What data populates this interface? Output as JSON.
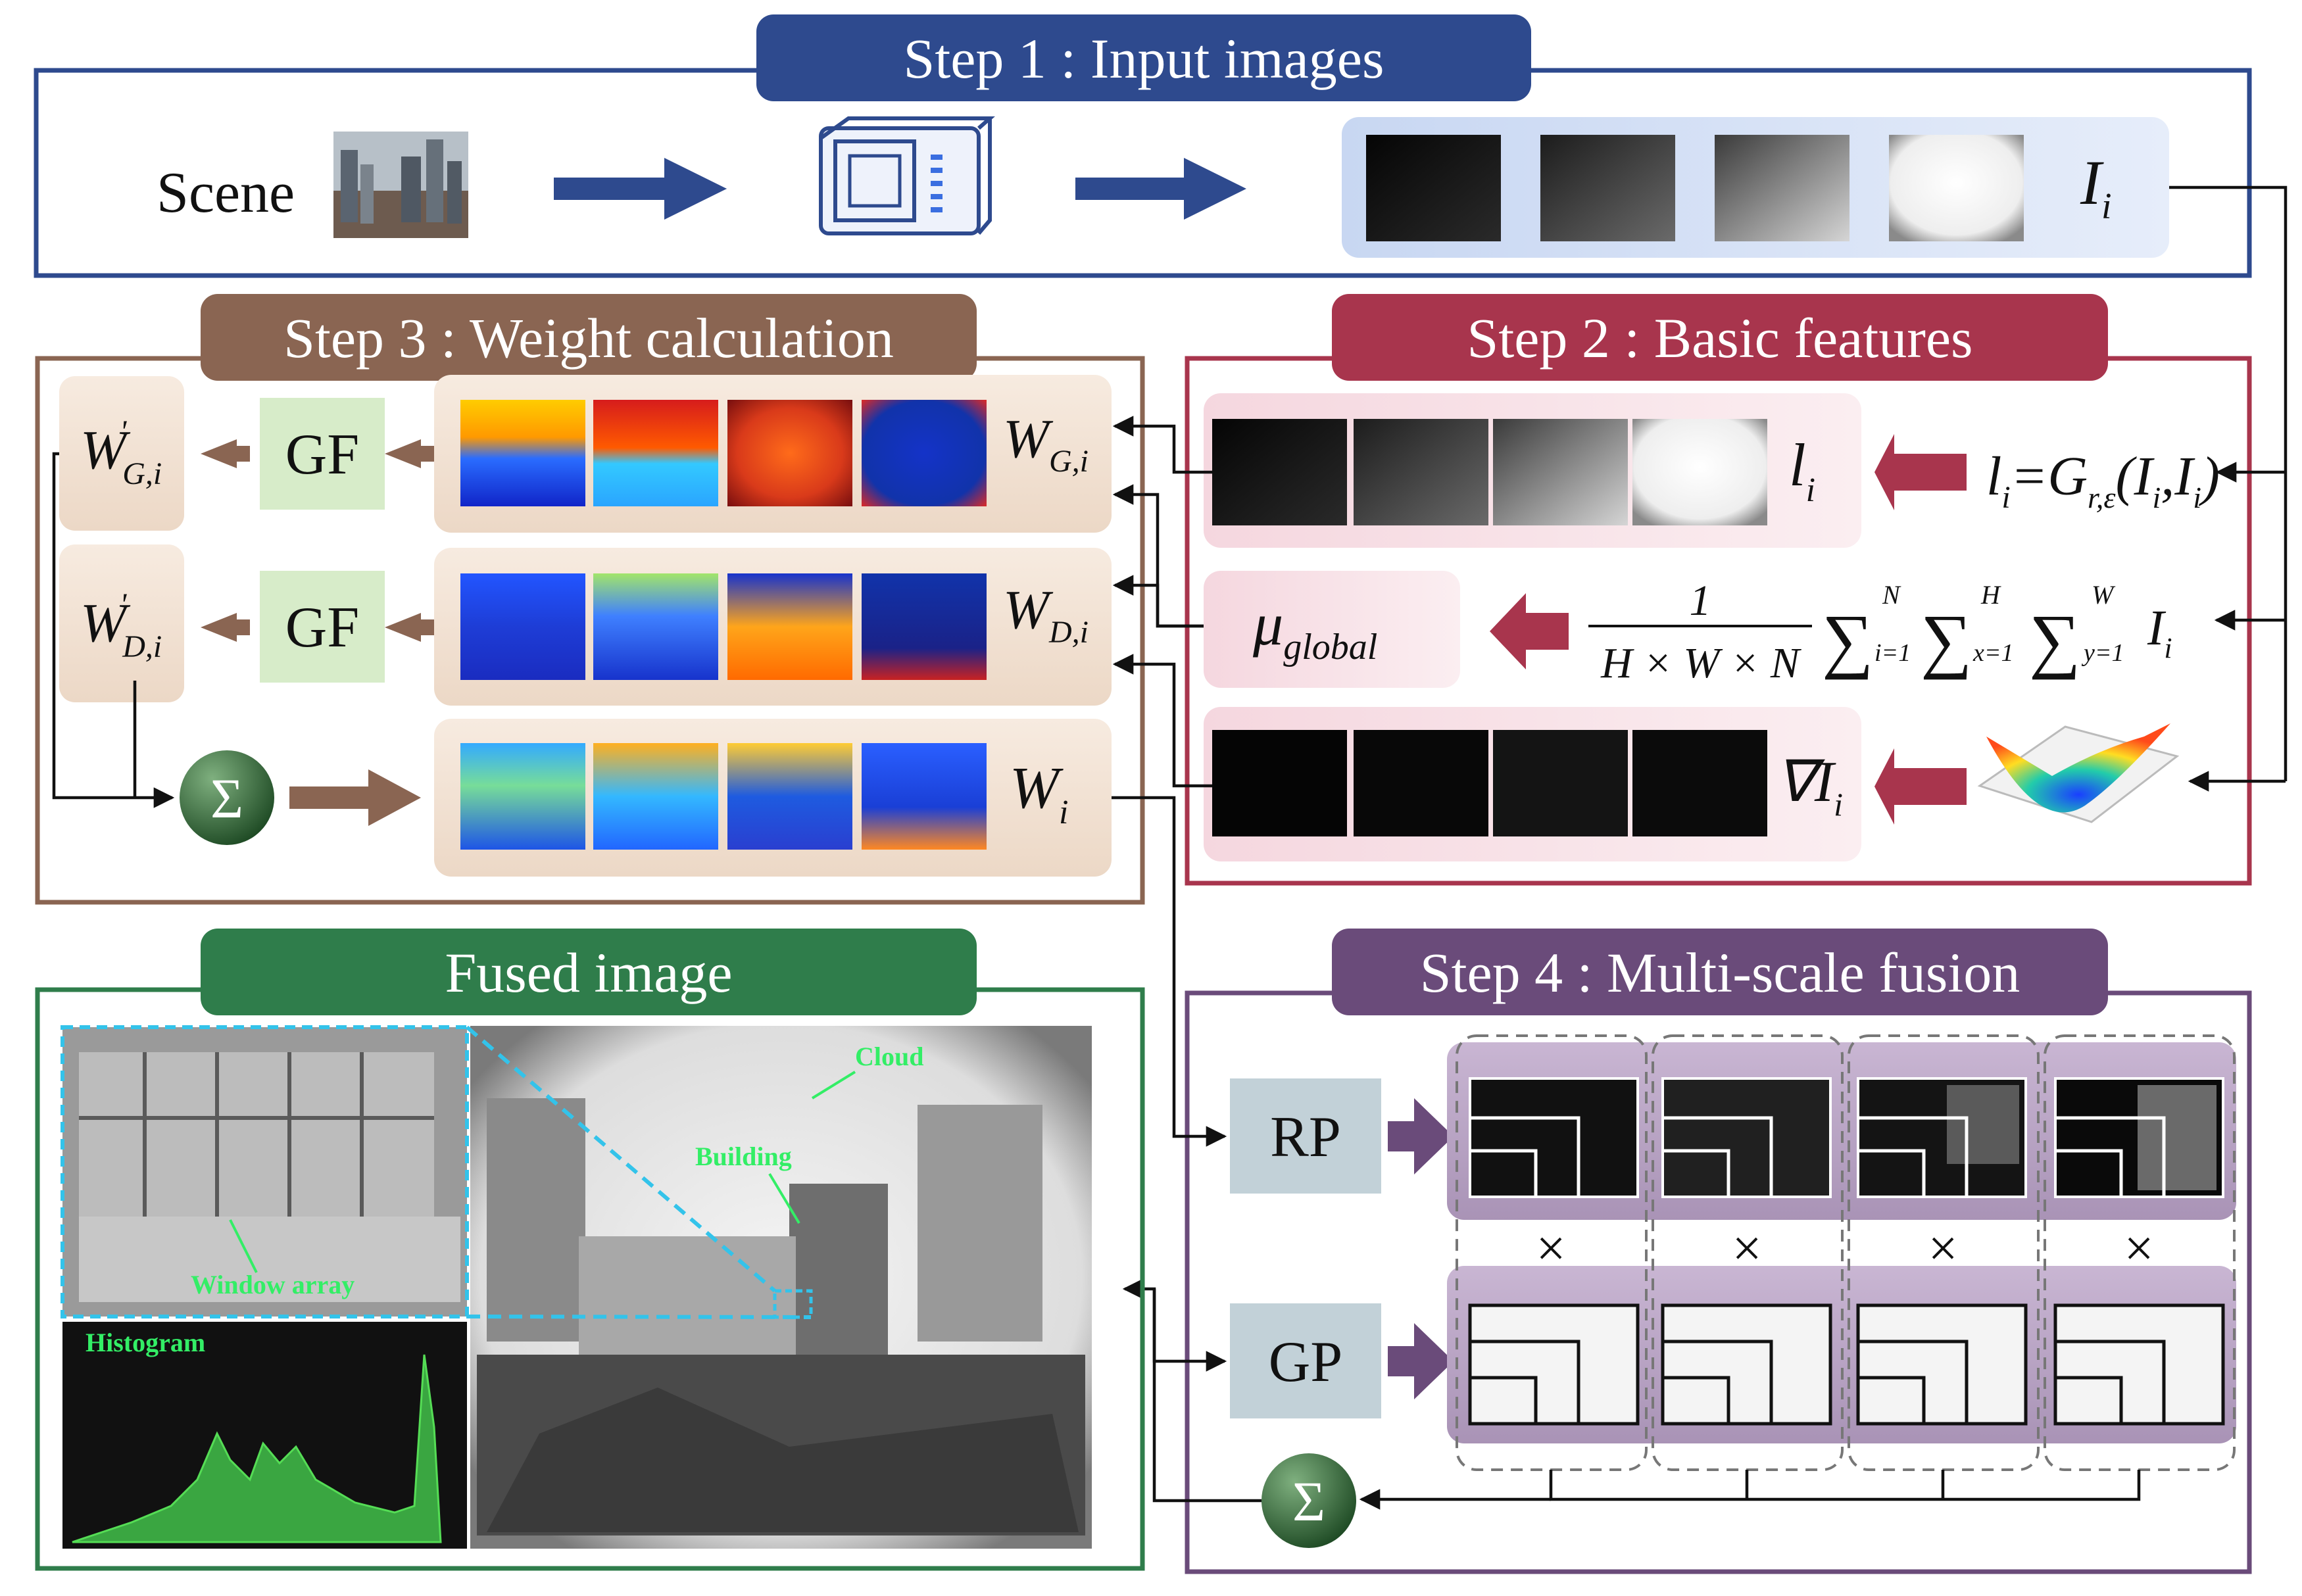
{
  "steps": {
    "step1": "Step 1 : Input images",
    "step2": "Step 2 : Basic features",
    "step3": "Step 3 : Weight calculation",
    "step4": "Step 4 : Multi-scale fusion",
    "fused": "Fused image"
  },
  "step1": {
    "scene_label": "Scene",
    "output_symbol": "I",
    "output_sub": "i"
  },
  "step2": {
    "l_symbol": "l",
    "l_sub": "i",
    "eq1_lhs": "l",
    "eq1_lhs_sub": "i",
    "eq1_rhs": "=G",
    "eq1_rhs_sub": "r,ε",
    "eq1_args": "(I",
    "eq1_args_sub1": "i",
    "eq1_args_mid": ",I",
    "eq1_args_sub2": "i",
    "eq1_close": ")",
    "mu_symbol": "μ",
    "mu_sub": "global",
    "frac_num": "1",
    "frac_den": "H × W × N",
    "sum_sym": "∑",
    "sum1_top": "N",
    "sum1_bot": "i=1",
    "sum2_top": "H",
    "sum2_bot": "x=1",
    "sum3_top": "W",
    "sum3_bot": "y=1",
    "sum_term": "I",
    "sum_term_sub": "i",
    "grad_symbol": "∇I",
    "grad_sub": "i"
  },
  "step3": {
    "wg_symbol": "W",
    "wg_sub": "G,i",
    "wd_symbol": "W",
    "wd_sub": "D,i",
    "w_symbol": "W",
    "w_sub": "i",
    "wg_prime": "W",
    "wg_prime_sup": "'",
    "wg_prime_sub": "G,i",
    "wd_prime": "W",
    "wd_prime_sup": "'",
    "wd_prime_sub": "D,i",
    "gf_label": "GF",
    "sum_label": "Σ"
  },
  "step4": {
    "rp_label": "RP",
    "gp_label": "GP",
    "times": "×",
    "sum_label": "Σ"
  },
  "fused": {
    "cloud": "Cloud",
    "building": "Building",
    "window_array": "Window array",
    "histogram": "Histogram"
  },
  "colors": {
    "step1": "#2e4a8e",
    "step2": "#a8354d",
    "step3": "#8a6552",
    "step4": "#6a4b7a",
    "fused": "#2f7d4b",
    "annotation": "#33ee66"
  }
}
